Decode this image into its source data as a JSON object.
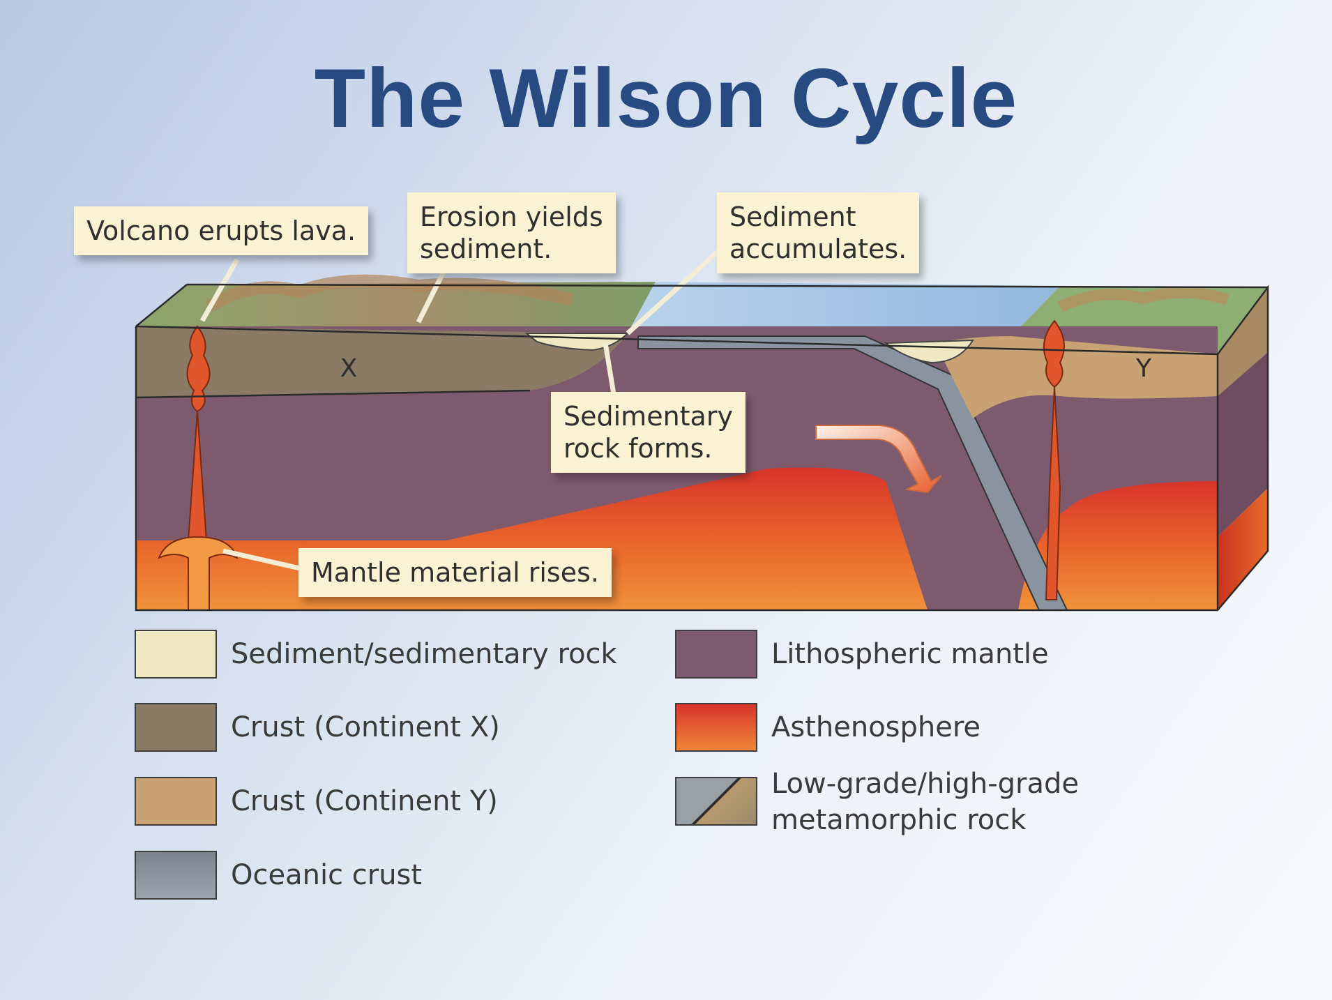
{
  "title": "The Wilson Cycle",
  "callouts": {
    "volcano": "Volcano erupts lava.",
    "erosion": [
      "Erosion yields",
      "sediment."
    ],
    "sediment_accumulates": [
      "Sediment",
      "accumulates."
    ],
    "sedimentary_rock": [
      "Sedimentary",
      "rock forms."
    ],
    "mantle": "Mantle material rises."
  },
  "block_labels": {
    "continent_x": "X",
    "continent_y": "Y"
  },
  "legend": [
    {
      "label": "Sediment/sedimentary rock",
      "color": "#efe8c3"
    },
    {
      "label": "Crust (Continent X)",
      "color": "#8b7a66"
    },
    {
      "label": "Crust (Continent Y)",
      "color": "#c9a273"
    },
    {
      "label": "Oceanic crust",
      "color": "#8a94a0"
    },
    {
      "label": "Lithospheric mantle",
      "color": "#7e5a6e"
    },
    {
      "label": "Asthenosphere",
      "color": "#e14e25"
    },
    {
      "label": [
        "Low-grade/high-grade",
        "metamorphic rock"
      ],
      "color": "#8d8f8a"
    }
  ],
  "colors": {
    "title": "#274a80",
    "crust_x": "#8b7a66",
    "crust_y": "#c9a273",
    "lithospheric_mantle": "#7e5a6e",
    "asthenosphere": "#e14e25",
    "oceanic_crust": "#8a94a0",
    "ocean": "#a9c8e6",
    "magma": "#e2562c",
    "callout_bg": "#fbf2d3"
  }
}
